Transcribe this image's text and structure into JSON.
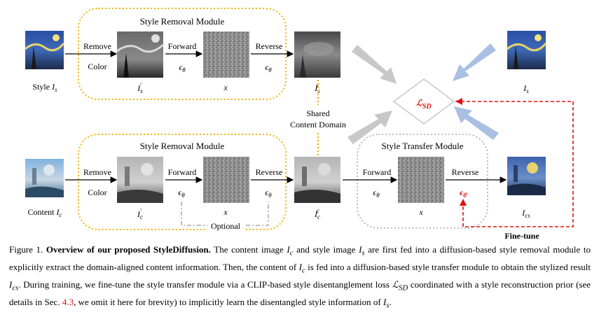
{
  "figure": {
    "top_module_title": "Style Removal Module",
    "bottom_module_title": "Style Removal Module",
    "transfer_module_title": "Style Transfer Module",
    "remove_label": "Remove",
    "color_label": "Color",
    "forward_label": "Forward",
    "reverse_label": "Reverse",
    "epsilon_theta": "ϵθ",
    "epsilon_theta_hat": "ϵθ̂",
    "x_label": "x",
    "style_label": "Style Is",
    "content_label": "Content Ic",
    "is_prime": "I′s",
    "ic_prime": "I′c",
    "is_c": "Isc",
    "ic_c": "Icc",
    "is_label": "Is",
    "ics_label": "Ics",
    "shared_line1": "Shared",
    "shared_line2": "Content Domain",
    "loss_label": "ℒSD",
    "optional_label": "Optional",
    "finetune_label": "Fine-tune"
  },
  "caption": {
    "prefix": "Figure 1. ",
    "bold": "Overview of our proposed StyleDiffusion.",
    "part1": " The content image ",
    "ic": "Ic",
    "part2": " and style image ",
    "is": "Is",
    "part3": " are first fed into a diffusion-based style removal module to explicitly extract the domain-aligned content information. Then, the content of ",
    "ic2": "Ic",
    "part4": " is fed into a diffusion-based style transfer module to obtain the stylized result ",
    "ics": "Ics",
    "part5": ". During training, we fine-tune the style transfer module via a CLIP-based style disentanglement loss ",
    "lsd": "ℒSD",
    "part6": " coordinated with a style reconstruction prior (see details in Sec. ",
    "ref": "4.3",
    "part7": ", we omit it here for brevity) to implicitly learn the disentangled style information of ",
    "is2": "Is",
    "part8": "."
  },
  "colors": {
    "orange_dotted": "#f2b400",
    "red": "#e01010",
    "blue_arrow": "#a9c0e3",
    "gray_arrow": "#c8c8c8"
  }
}
